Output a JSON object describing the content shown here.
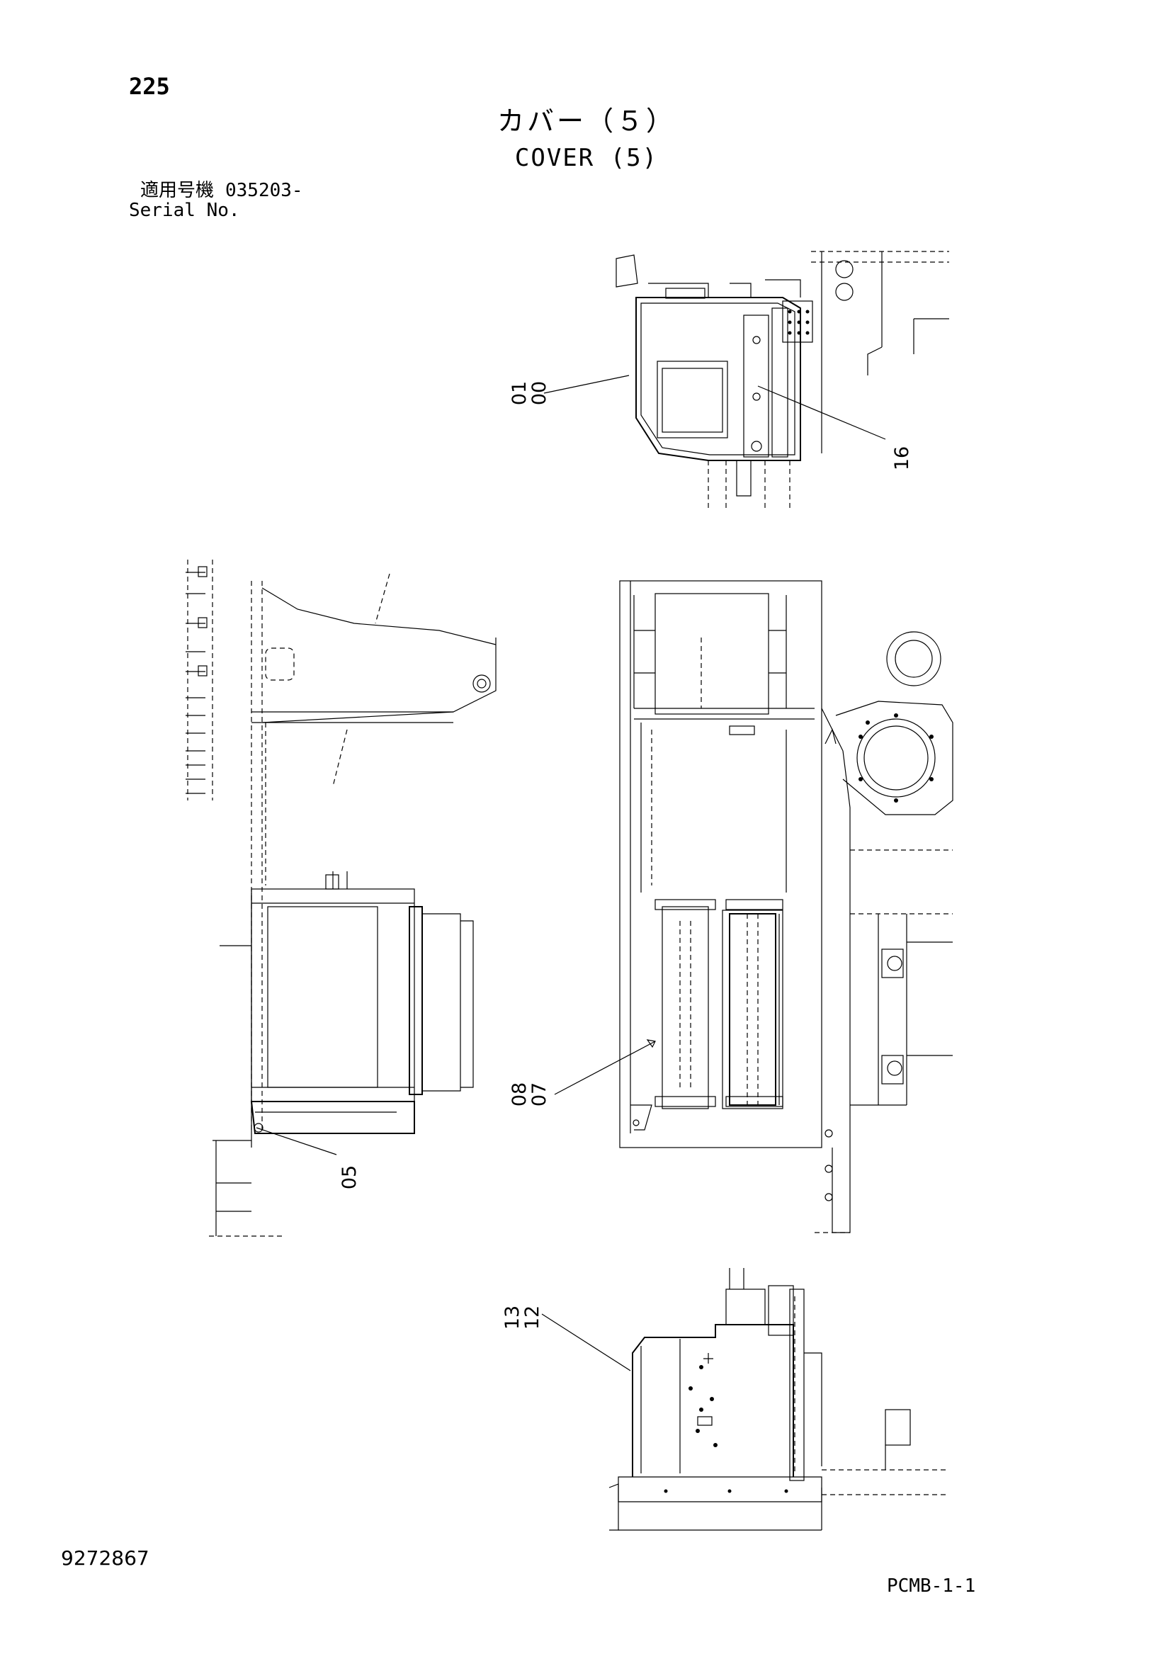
{
  "header": {
    "page_number": "225",
    "title_jp": "カバー（５）",
    "title_en": "COVER (5)",
    "serial_label_jp": "適用号機",
    "serial_value": "035203-",
    "serial_label_en": "Serial No."
  },
  "callouts": [
    {
      "id": "top-view",
      "lines": [
        "01",
        "00"
      ]
    },
    {
      "id": "top-view-right",
      "lines": [
        "16"
      ]
    },
    {
      "id": "left-view",
      "lines": [
        "05"
      ]
    },
    {
      "id": "middle-view",
      "lines": [
        "08",
        "07"
      ]
    },
    {
      "id": "bottom-view",
      "lines": [
        "13",
        "12"
      ]
    }
  ],
  "footer": {
    "doc_id": "9272867",
    "sheet_code": "PCMB-1-1"
  }
}
